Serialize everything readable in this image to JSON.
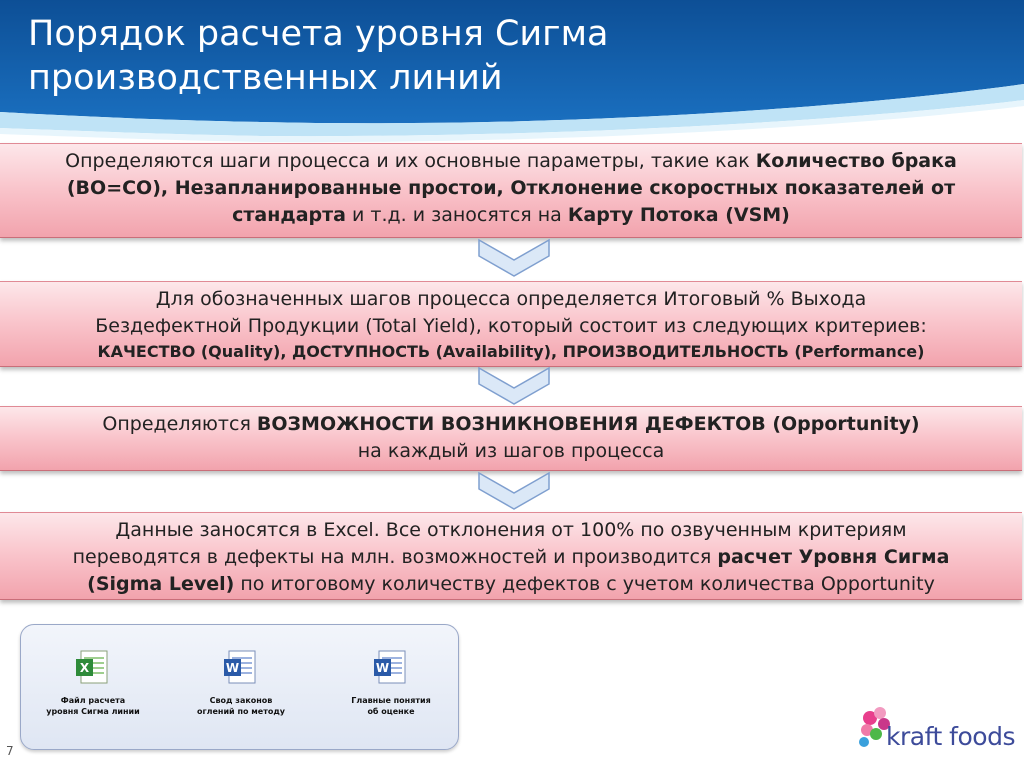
{
  "header": {
    "title_line1": "Порядок расчета уровня Сигма",
    "title_line2": "производственных линий",
    "bg_color": "#1060a8"
  },
  "steps": [
    {
      "parts": [
        {
          "t": "Определяются шаги процесса и их основные параметры, такие как ",
          "b": false
        },
        {
          "t": "Количество брака (BO=CO), Незапланированные простои, Отклонение скоростных показателей от стандарта",
          "b": true
        },
        {
          "t": " и т.д. и заносятся на ",
          "b": false
        },
        {
          "t": "Карту Потока (VSM)",
          "b": true
        }
      ]
    },
    {
      "line1": "Для обозначенных шагов процесса определяется Итоговый % Выхода",
      "line2": "Бездефектной Продукции (Total Yield), который состоит из следующих критериев:",
      "line3": "КАЧЕСТВО (Quality), ДОСТУПНОСТЬ (Availability), ПРОИЗВОДИТЕЛЬНОСТЬ (Performance)"
    },
    {
      "pre": "Определяются ",
      "bold": "ВОЗМОЖНОСТИ ВОЗНИКНОВЕНИЯ ДЕФЕКТОВ (Opportunity)",
      "line2": "на каждый из шагов процесса"
    },
    {
      "line1": "Данные заносятся в Excel. Все отклонения от 100% по озвученным критериям",
      "line2_pre": "переводятся в дефекты на млн. возможностей и производится ",
      "line2_bold": "расчет Уровня Сигма",
      "line3_bold": "(Sigma Level)",
      "line3_post": " по итоговому количеству дефектов с учетом количества Opportunity"
    }
  ],
  "files": [
    {
      "icon": "excel-file-icon",
      "label1": "Файл расчета",
      "label2": "уровня Сигма линии"
    },
    {
      "icon": "word-file-icon",
      "label1": "Свод законов",
      "label2": "оглений по методу"
    },
    {
      "icon": "word-file-icon",
      "label1": "Главные понятия",
      "label2": "об оценке"
    }
  ],
  "page_number": "7",
  "logo": {
    "text": "kraft foods",
    "color": "#3d4b9a"
  }
}
